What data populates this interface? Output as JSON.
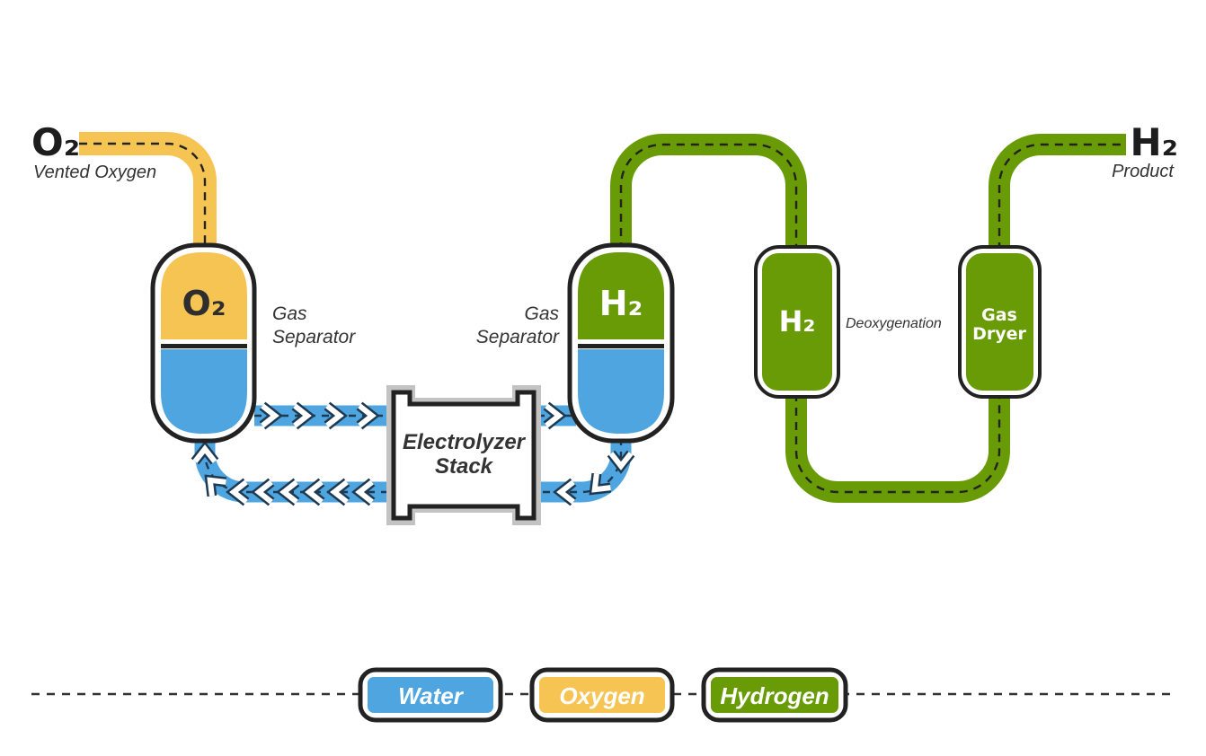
{
  "colors": {
    "water": "#4FA5DF",
    "oxygen": "#F6C453",
    "hydrogen": "#689B05",
    "outline": "#222222",
    "stack_frame": "#C3C3C3",
    "label_text": "#333333",
    "water_dash": "#1E3A52"
  },
  "source": {
    "symbol": "O₂",
    "caption": "Vented Oxygen"
  },
  "o2_separator": {
    "symbol": "O₂",
    "label_line1": "Gas",
    "label_line2": "Separator"
  },
  "h2_separator": {
    "symbol": "H₂",
    "label_line1": "Gas",
    "label_line2": "Separator"
  },
  "electrolyzer": {
    "line1": "Electrolyzer",
    "line2": "Stack"
  },
  "deoxygenation": {
    "symbol": "H₂",
    "caption": "Deoxygenation"
  },
  "gas_dryer": {
    "line1": "Gas",
    "line2": "Dryer"
  },
  "product": {
    "symbol": "H₂",
    "caption": "Product"
  },
  "legend": {
    "items": [
      {
        "label": "Water",
        "color": "#4FA5DF"
      },
      {
        "label": "Oxygen",
        "color": "#F6C453"
      },
      {
        "label": "Hydrogen",
        "color": "#689B05"
      }
    ]
  }
}
